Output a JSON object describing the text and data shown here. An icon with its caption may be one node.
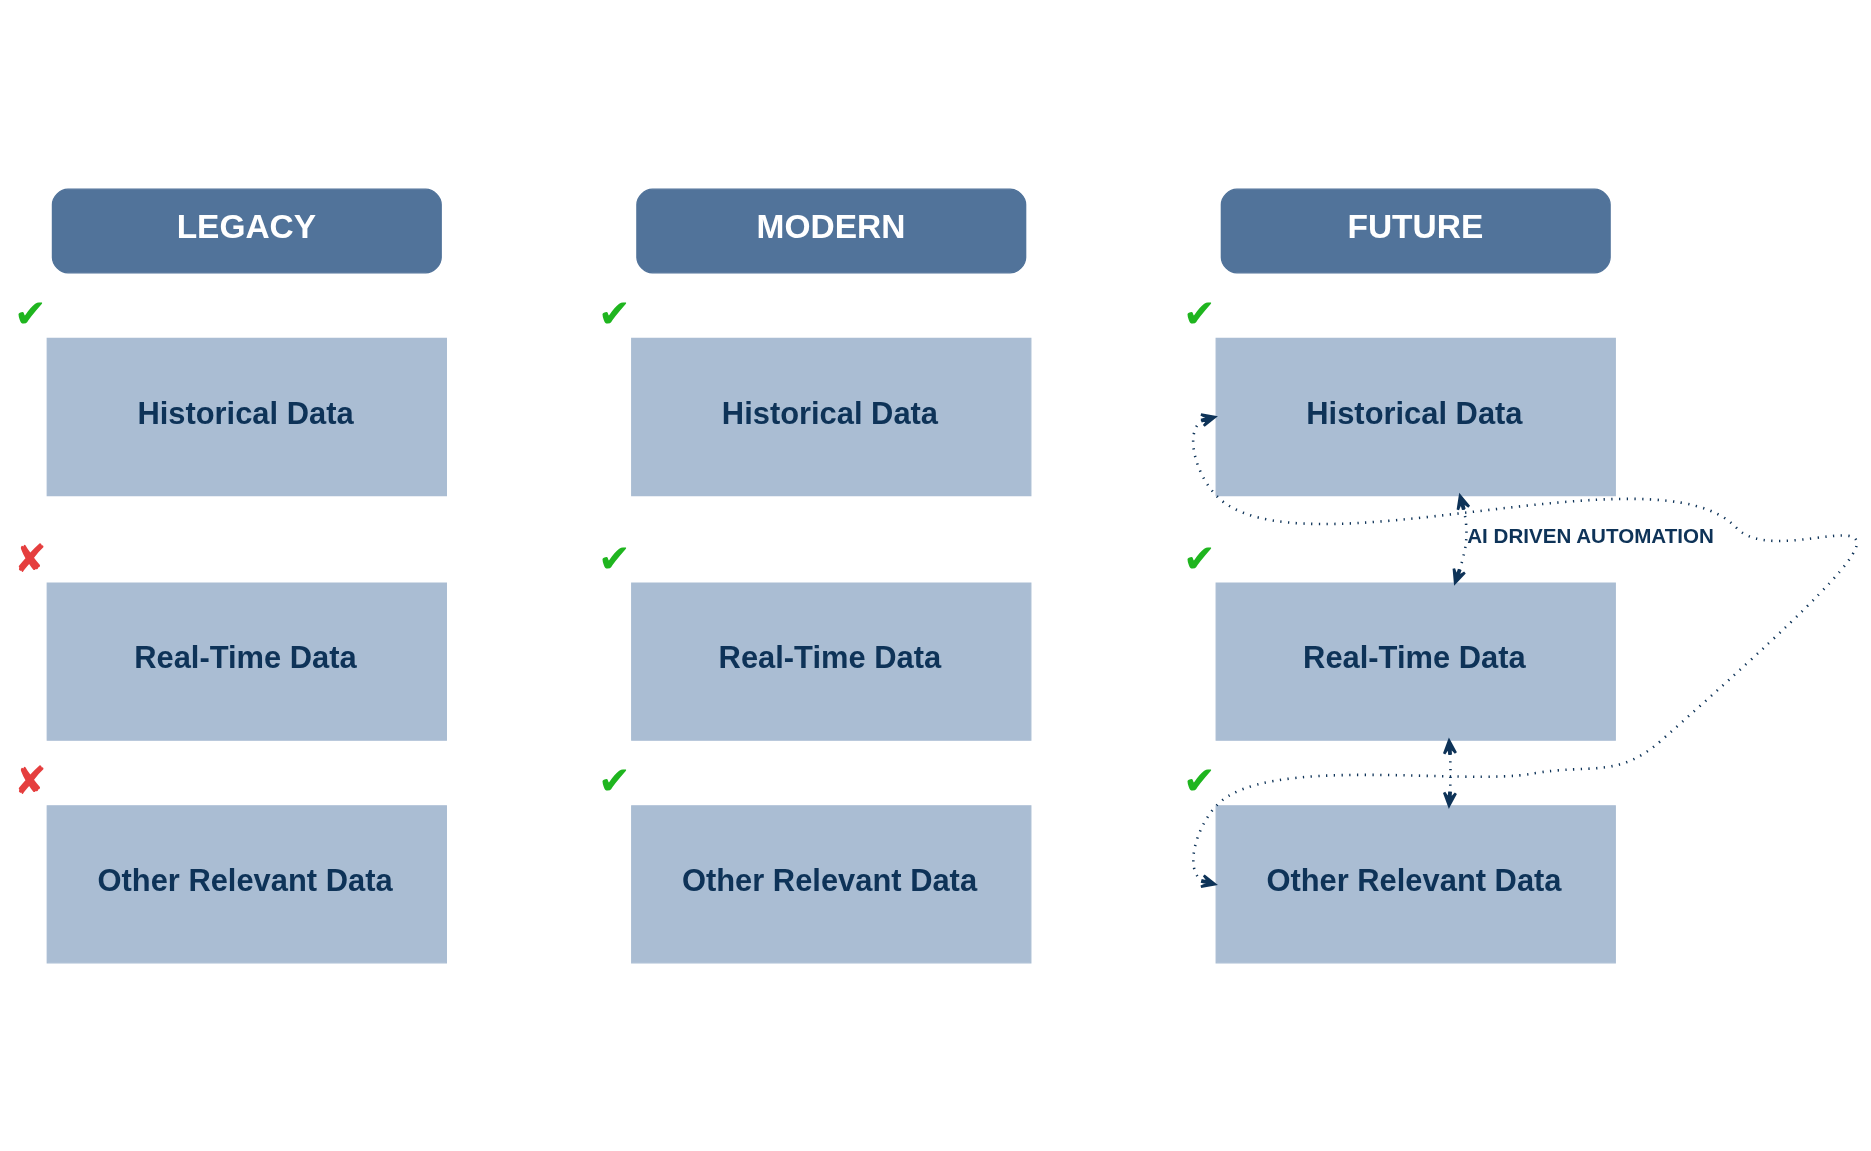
{
  "diagram": {
    "nodes": [
      {
        "text": [
          "LEGACY"
        ]
      },
      {
        "text": [
          "Historical Data"
        ],
        "beside": [
          "✔"
        ]
      },
      {
        "text": [
          "Real-Time Data"
        ],
        "beside": [
          "✘"
        ]
      },
      {
        "text": [
          "Other Relevant Data"
        ],
        "beside": [
          "✘"
        ]
      },
      {
        "text": [
          "MODERN"
        ]
      },
      {
        "text": [
          "Historical Data"
        ],
        "beside": [
          "✔"
        ]
      },
      {
        "text": [
          "Real-Time Data"
        ],
        "beside": [
          "✔"
        ]
      },
      {
        "text": [
          "Other Relevant Data"
        ],
        "beside": [
          "✔"
        ]
      },
      {
        "text": [
          "FUTURE"
        ]
      },
      {
        "text": [
          "Historical Data"
        ],
        "beside": [
          "✔"
        ]
      },
      {
        "text": [
          "Real-Time Data"
        ],
        "beside": [
          "✔"
        ]
      },
      {
        "text": [
          "Other Relevant Data"
        ],
        "beside": [
          "✔"
        ]
      }
    ],
    "edges": [
      {
        "from": 9,
        "to": 10,
        "arrow": "both",
        "style": "dashed",
        "label": "AI DRIVEN AUTOMATION"
      },
      {
        "from": 10,
        "to": 11,
        "arrow": "both",
        "style": "dashed"
      },
      {
        "from": 9,
        "to": 11,
        "arrow": "both",
        "style": "dashed"
      }
    ]
  }
}
